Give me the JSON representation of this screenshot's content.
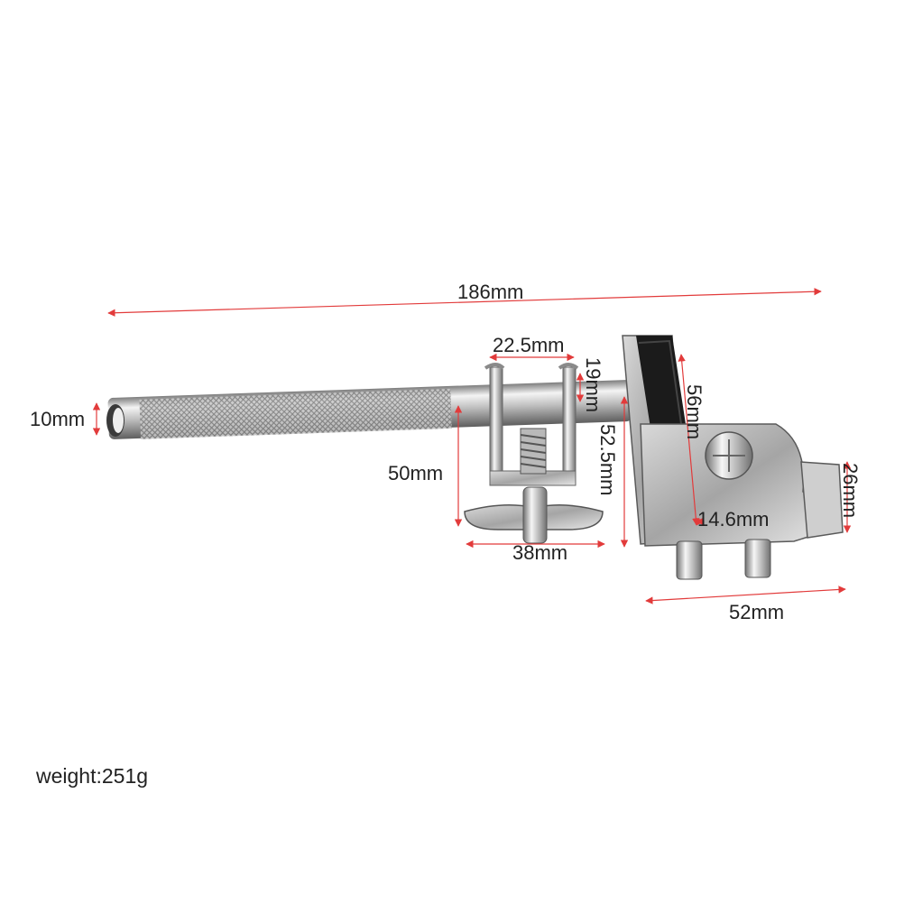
{
  "image": {
    "subject": "drum-clamp-holder",
    "dimensions": {
      "overall_length": "186mm",
      "rod_diameter": "10mm",
      "clamp_width": "22.5mm",
      "clamp_height_small": "19mm",
      "clamp_height": "50mm",
      "wingnut_width": "38mm",
      "bracket_height": "52.5mm",
      "felt_height": "56mm",
      "bolt_width": "14.6mm",
      "side_height": "26mm",
      "base_width": "52mm"
    },
    "weight": "weight:251g",
    "colors": {
      "dimension_line": "#e23b3b",
      "chrome_light": "#f2f2f2",
      "chrome_dark": "#8a8a8a",
      "felt": "#1b1b1b"
    }
  }
}
